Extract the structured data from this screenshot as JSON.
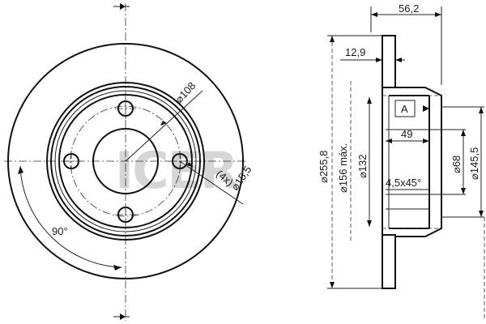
{
  "watermark": {
    "text": "ICER"
  },
  "front_view": {
    "dim_bolt_circle": "⌀108",
    "dim_holes_count": "(4x)",
    "dim_hole_dia": "⌀15,5",
    "dim_angle": "90°"
  },
  "side_view": {
    "dim_height": "56,2",
    "dim_thickness": "12,9",
    "dim_disc_dia": "⌀255,8",
    "dim_min_dia": "⌀156 máx.",
    "dim_hub_dia": "⌀132",
    "dim_depth": "49",
    "dim_chamfer": "4,5x45°",
    "dim_center_bore": "⌀68",
    "dim_hub_outer": "⌀145,5",
    "datum_label": "A"
  },
  "colors": {
    "line": "#111111",
    "watermark": "#d6d6d6"
  }
}
